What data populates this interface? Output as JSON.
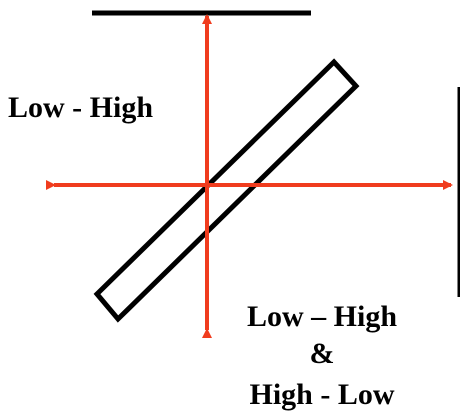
{
  "labels": {
    "left": "Low - High",
    "bottom_line1": "Low – High",
    "bottom_line2": "&",
    "bottom_line3": "High - Low"
  },
  "colors": {
    "beam": "#f03c1e",
    "ink": "#000000",
    "background": "#ffffff"
  }
}
